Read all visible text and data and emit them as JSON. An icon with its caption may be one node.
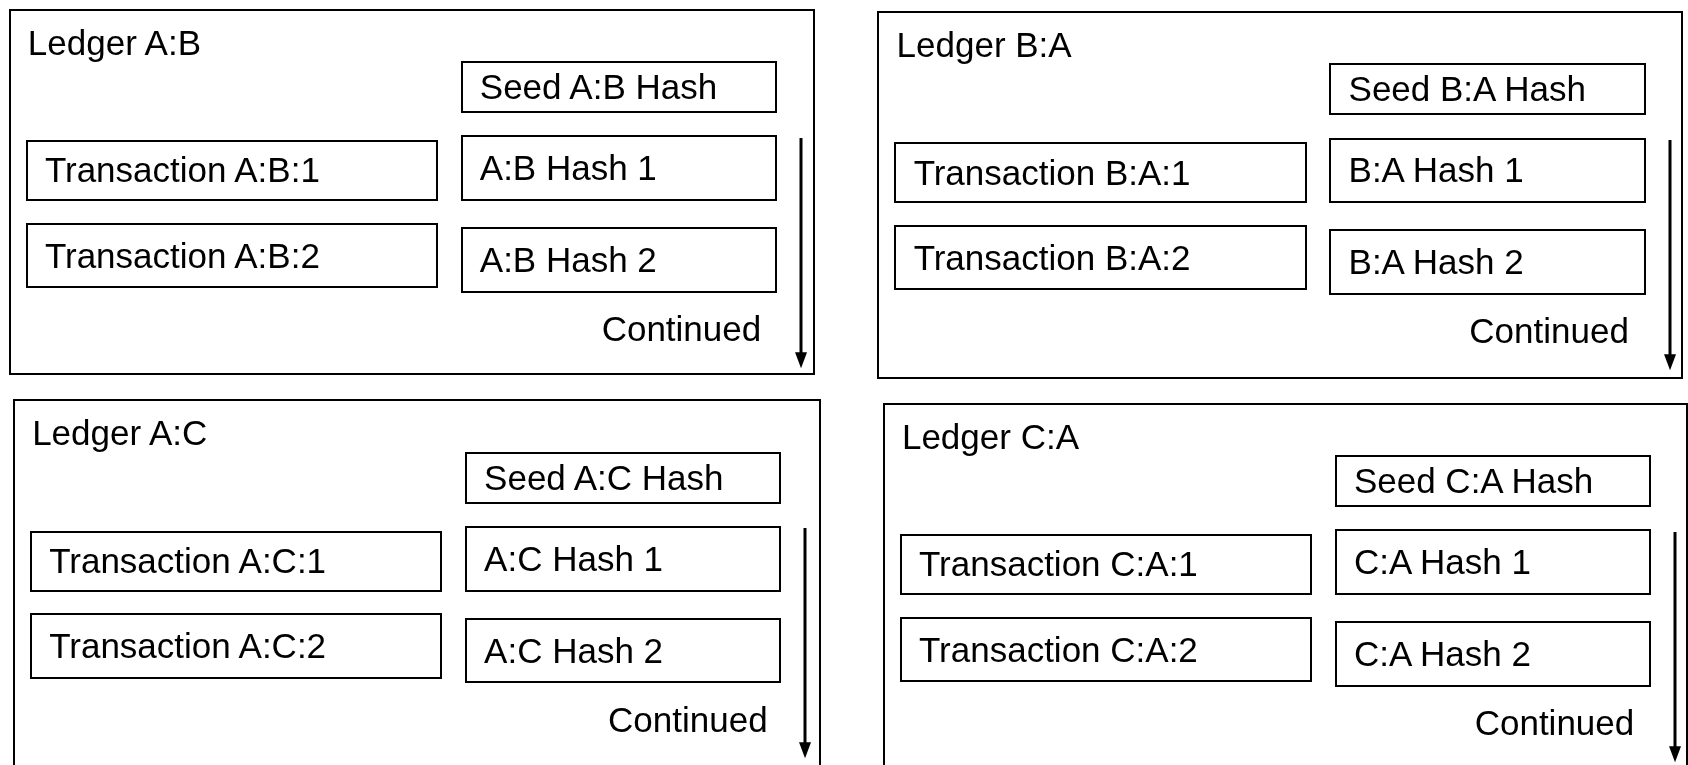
{
  "diagram": {
    "nodes": [
      {
        "text": [
          "Ledger A:B",
          "Continued"
        ]
      },
      {
        "text": [
          "Seed A:B Hash"
        ],
        "in": 0
      },
      {
        "text": [
          "Transaction A:B:1"
        ],
        "in": 0
      },
      {
        "text": [
          "A:B Hash 1"
        ],
        "in": 0
      },
      {
        "text": [
          "Transaction A:B:2"
        ],
        "in": 0
      },
      {
        "text": [
          "A:B Hash 2"
        ],
        "in": 0
      },
      {
        "text": [
          "Ledger B:A",
          "Continued"
        ]
      },
      {
        "text": [
          "Seed B:A Hash"
        ],
        "in": 6
      },
      {
        "text": [
          "Transaction B:A:1"
        ],
        "in": 6
      },
      {
        "text": [
          "B:A Hash 1"
        ],
        "in": 6
      },
      {
        "text": [
          "Transaction B:A:2"
        ],
        "in": 6
      },
      {
        "text": [
          "B:A Hash 2"
        ],
        "in": 6
      },
      {
        "text": [
          "Ledger A:C",
          "Continued"
        ]
      },
      {
        "text": [
          "Seed A:C Hash"
        ],
        "in": 12
      },
      {
        "text": [
          "Transaction A:C:1"
        ],
        "in": 12
      },
      {
        "text": [
          "A:C Hash 1"
        ],
        "in": 12
      },
      {
        "text": [
          "Transaction A:C:2"
        ],
        "in": 12
      },
      {
        "text": [
          "A:C Hash 2"
        ],
        "in": 12
      },
      {
        "text": [
          "Ledger C:A",
          "Continued"
        ]
      },
      {
        "text": [
          "Seed C:A Hash"
        ],
        "in": 18
      },
      {
        "text": [
          "Transaction C:A:1"
        ],
        "in": 18
      },
      {
        "text": [
          "C:A Hash 1"
        ],
        "in": 18
      },
      {
        "text": [
          "Transaction C:A:2"
        ],
        "in": 18
      },
      {
        "text": [
          "C:A Hash 2"
        ],
        "in": 18
      }
    ],
    "edges": []
  }
}
